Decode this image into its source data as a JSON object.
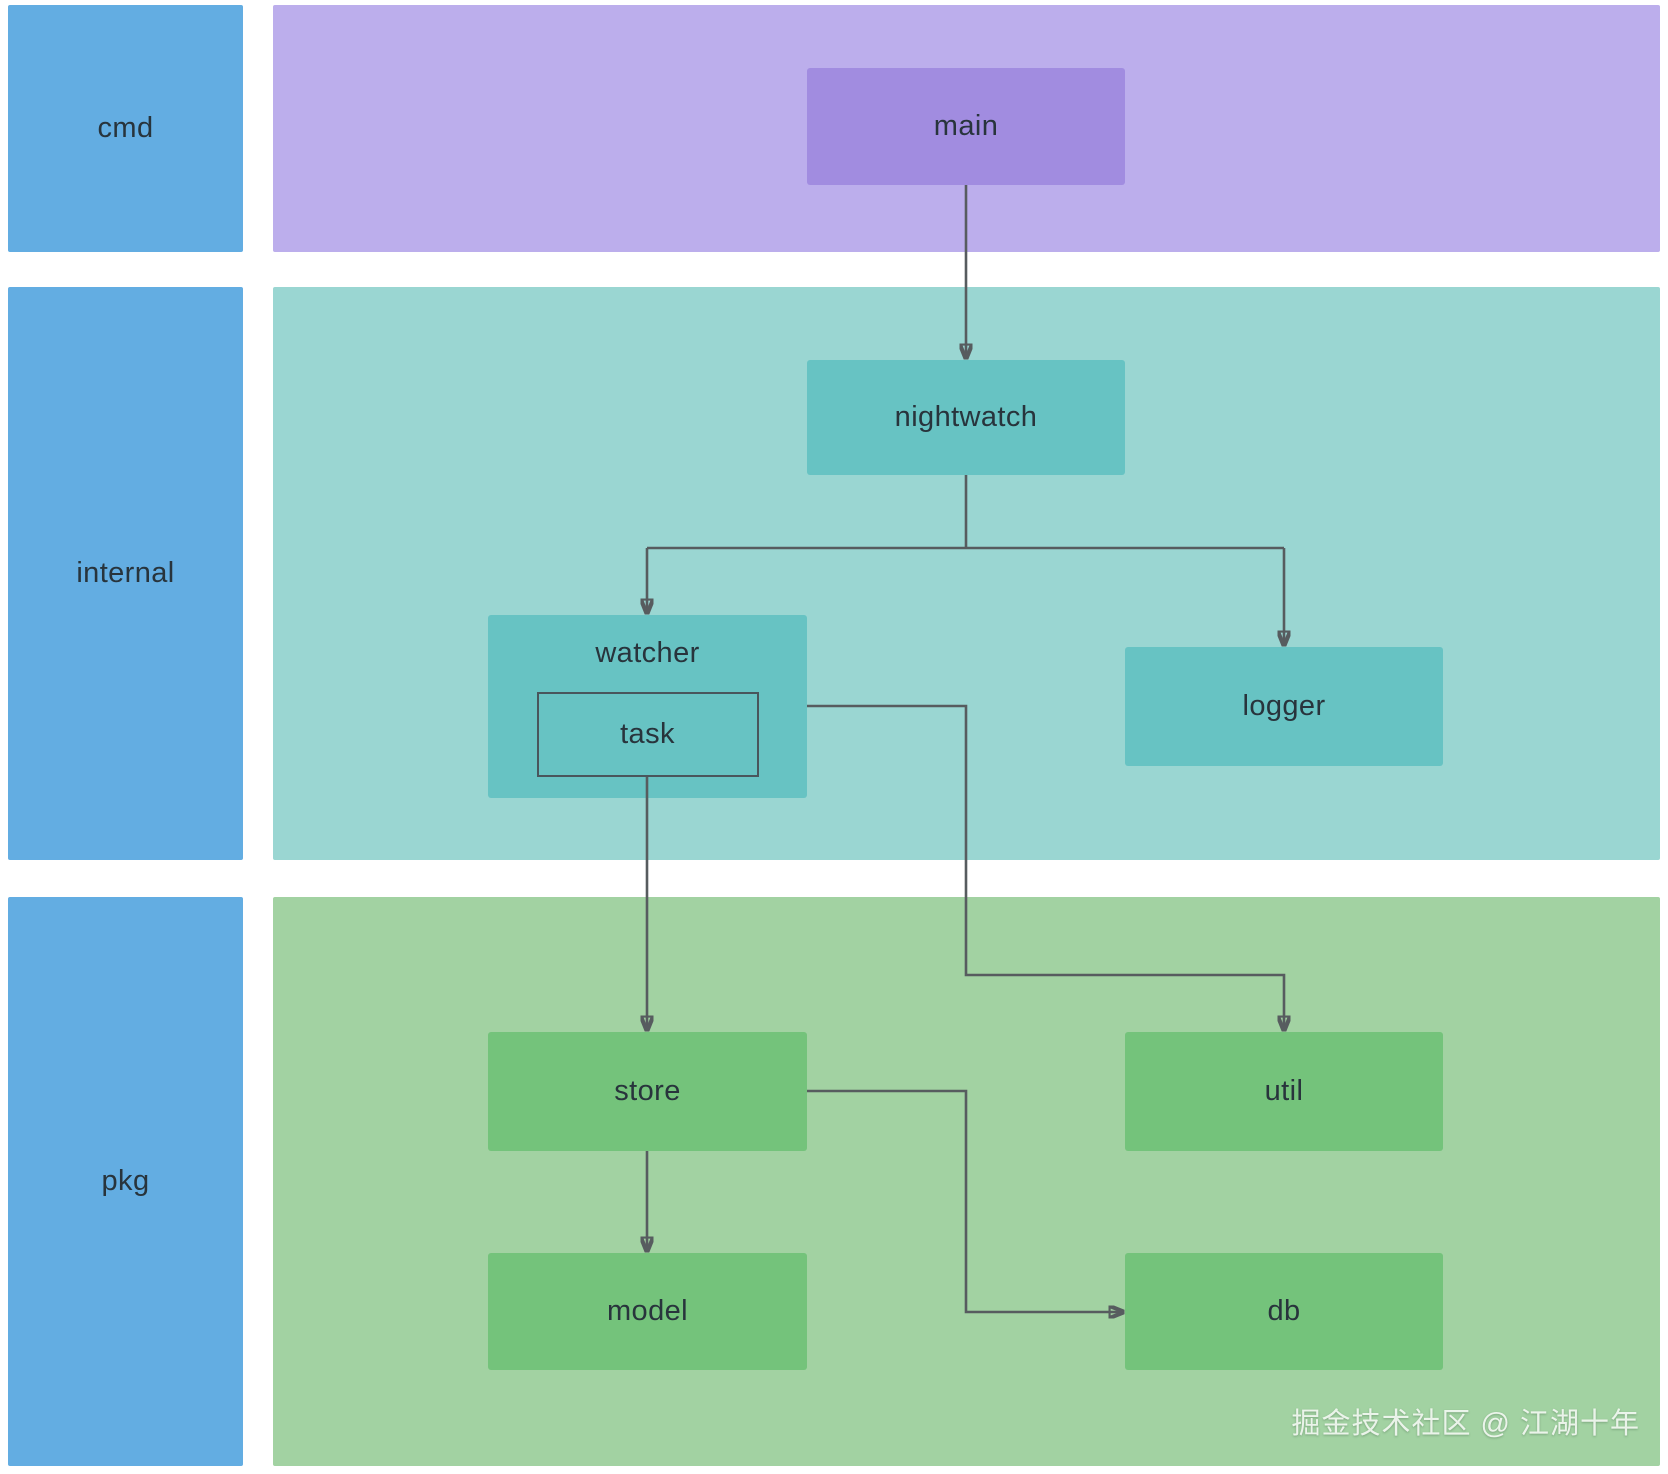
{
  "diagram": {
    "kind": "go-project package dependency diagram",
    "layers": [
      "cmd",
      "internal",
      "pkg"
    ]
  },
  "sidebar": {
    "items": [
      {
        "label": "cmd"
      },
      {
        "label": "internal"
      },
      {
        "label": "pkg"
      }
    ]
  },
  "nodes": {
    "main": {
      "label": "main",
      "layer": "cmd"
    },
    "nightwatch": {
      "label": "nightwatch",
      "layer": "internal"
    },
    "watcher": {
      "label": "watcher",
      "layer": "internal"
    },
    "task": {
      "label": "task",
      "layer": "internal",
      "parent": "watcher"
    },
    "logger": {
      "label": "logger",
      "layer": "internal"
    },
    "store": {
      "label": "store",
      "layer": "pkg"
    },
    "util": {
      "label": "util",
      "layer": "pkg"
    },
    "model": {
      "label": "model",
      "layer": "pkg"
    },
    "db": {
      "label": "db",
      "layer": "pkg"
    }
  },
  "edges": [
    {
      "from": "main",
      "to": "nightwatch"
    },
    {
      "from": "nightwatch",
      "to": "watcher"
    },
    {
      "from": "nightwatch",
      "to": "logger"
    },
    {
      "from": "task",
      "to": "store"
    },
    {
      "from": "watcher",
      "to": "util"
    },
    {
      "from": "store",
      "to": "model"
    },
    {
      "from": "store",
      "to": "db"
    }
  ],
  "watermark": {
    "text": "掘金技术社区 @ 江湖十年"
  },
  "colors": {
    "sidebar_blue": "#63ADE2",
    "band_purple": "#BCAEEC",
    "node_purple": "#A18CE0",
    "band_teal": "#9AD6D2",
    "node_teal": "#67C3C3",
    "band_green": "#A2D2A2",
    "node_green": "#74C37B",
    "edge_gray": "#575C5F",
    "text_dark": "#28343C",
    "task_border": "#49565C"
  }
}
